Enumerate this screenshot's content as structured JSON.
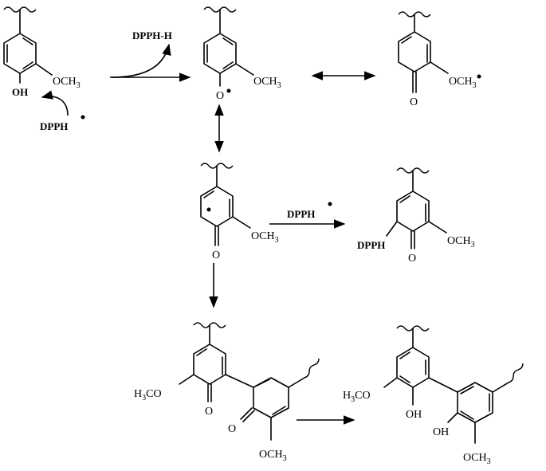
{
  "labels": {
    "dpph_h": "DPPH-H",
    "dpph_radical": "DPPH",
    "dpph": "DPPH",
    "oh": "OH",
    "o_radical": "O",
    "o": "O",
    "och3": "OCH",
    "h3co": "H",
    "h3co_co": "CO",
    "ch3_sub": "3",
    "h3_sub": "3"
  },
  "colors": {
    "ink": "#000000",
    "background": "#ffffff"
  }
}
